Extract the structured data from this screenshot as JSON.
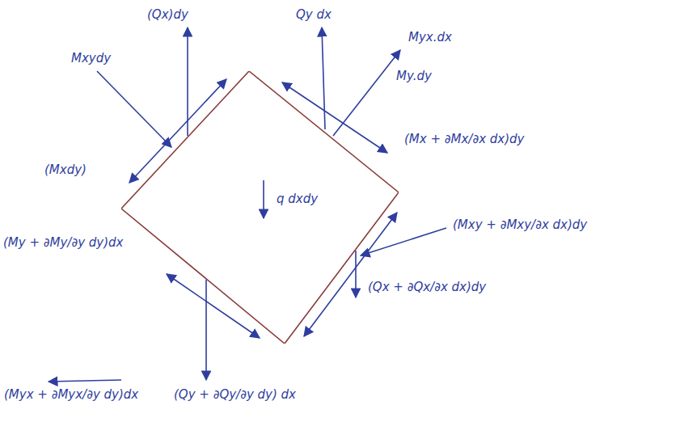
{
  "diagram": {
    "nodes": [
      {
        "text": [
          "q dxdy"
        ]
      }
    ],
    "labels": [
      "(Qx)dy",
      "Qy dx",
      "Mxydy",
      "Myx.dx",
      "My.dy",
      "(Mxdy)",
      "(Mx + ∂Mx/∂x dx)dy",
      "(Mxy + ∂Mxy/∂x dx)dy",
      "(Qx + ∂Qx/∂x dx)dy",
      "(My + ∂My/∂y dy)dx",
      "(Myx + ∂Myx/∂y dy)dx",
      "(Qy + ∂Qy/∂y dy) dx"
    ]
  }
}
